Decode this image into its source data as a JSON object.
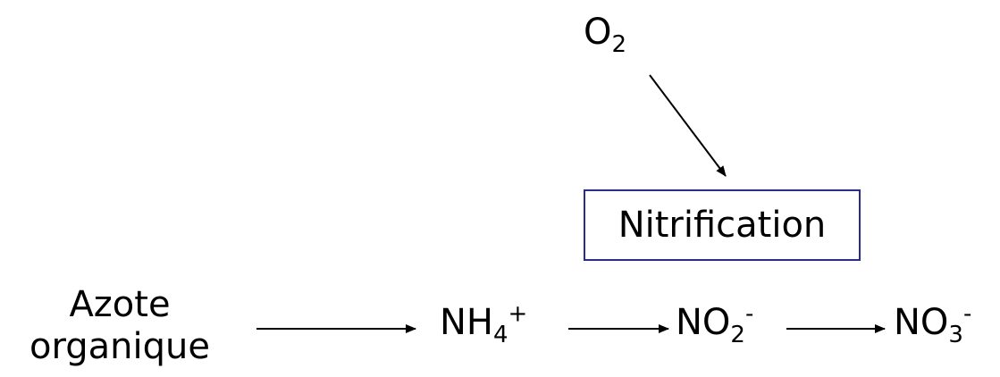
{
  "diagram": {
    "oxygen": {
      "base": "O",
      "sub": "2"
    },
    "process_label": "Nitrification",
    "source": {
      "line1": "Azote",
      "line2": "organique"
    },
    "ammonium": {
      "base": "NH",
      "sub": "4",
      "sup": "+"
    },
    "nitrite": {
      "base": "NO",
      "sub": "2",
      "sup": "-"
    },
    "nitrate": {
      "base": "NO",
      "sub": "3",
      "sup": "-"
    }
  },
  "colors": {
    "box_border": "#2b2b8c",
    "text": "#000000",
    "arrow": "#000000"
  }
}
